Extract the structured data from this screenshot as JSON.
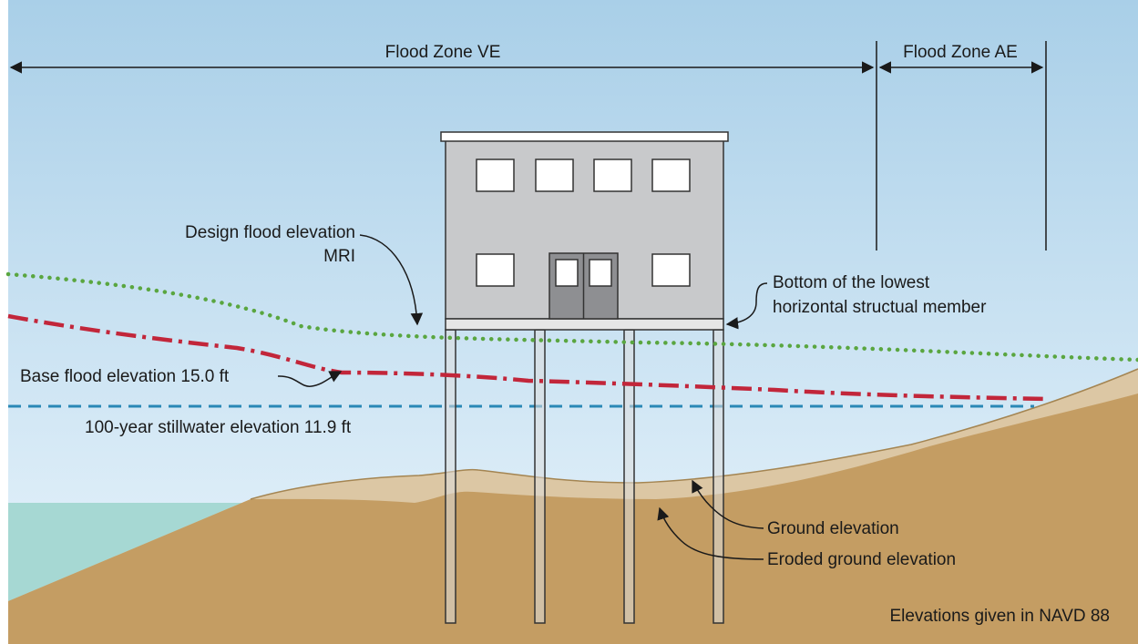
{
  "zones": {
    "ve": "Flood Zone VE",
    "ae": "Flood Zone AE"
  },
  "labels": {
    "dfe_line1": "Design flood elevation",
    "dfe_line2": "MRI",
    "bfe": "Base flood elevation 15.0 ft",
    "stillwater": "100-year stillwater elevation 11.9 ft",
    "lowest_member_line1": "Bottom of the lowest",
    "lowest_member_line2": "horizontal structual member",
    "ground": "Ground elevation",
    "eroded": "Eroded ground elevation",
    "datum_note": "Elevations given in NAVD 88"
  },
  "colors": {
    "sky_top": "#a9cfe8",
    "sky_bottom": "#e8f4fb",
    "sea": "#a6d8d3",
    "ground": "#c49d63",
    "ground_light": "#dcc7a4",
    "dfe_line": "#5aa640",
    "bfe_line": "#c2263a",
    "stillwater_line": "#2a88b6",
    "building": "#c8c9cb",
    "door": "#8e8f92"
  }
}
